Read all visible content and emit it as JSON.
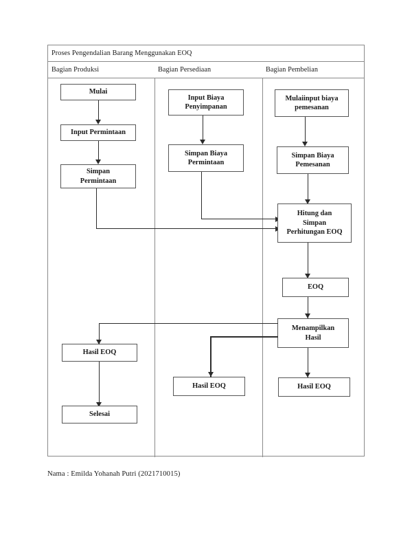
{
  "document": {
    "title_bar": "Proses Pengendalian Barang Menggunakan EOQ",
    "lanes": [
      {
        "id": "produksi",
        "label": "Bagian Produksi"
      },
      {
        "id": "persediaan",
        "label": "Bagian Persediaan"
      },
      {
        "id": "pembelian",
        "label": "Bagian Pembelian"
      }
    ],
    "footer": "Nama : Emilda Yohanah Putri (2021710015)"
  },
  "chart_data": {
    "type": "diagram",
    "subtype": "cross-functional-flowchart",
    "title": "Proses Pengendalian Barang Menggunakan EOQ",
    "lanes": [
      "Bagian Produksi",
      "Bagian Persediaan",
      "Bagian Pembelian"
    ],
    "nodes": [
      {
        "id": "n1",
        "lane": "Bagian Produksi",
        "label": "Mulai"
      },
      {
        "id": "n2",
        "lane": "Bagian Produksi",
        "label": "Input Permintaan"
      },
      {
        "id": "n3",
        "lane": "Bagian Produksi",
        "label": "Simpan Permintaan"
      },
      {
        "id": "n4",
        "lane": "Bagian Produksi",
        "label": "Hasil EOQ"
      },
      {
        "id": "n5",
        "lane": "Bagian Produksi",
        "label": "Selesai"
      },
      {
        "id": "n6",
        "lane": "Bagian Persediaan",
        "label": "Input Biaya Penyimpanan"
      },
      {
        "id": "n7",
        "lane": "Bagian Persediaan",
        "label": "Simpan Biaya Permintaan"
      },
      {
        "id": "n8",
        "lane": "Bagian Persediaan",
        "label": "Hasil EOQ"
      },
      {
        "id": "n9",
        "lane": "Bagian Pembelian",
        "label": "Mulaiinput biaya pemesanan"
      },
      {
        "id": "n10",
        "lane": "Bagian Pembelian",
        "label": "Simpan Biaya Pemesanan"
      },
      {
        "id": "n11",
        "lane": "Bagian Pembelian",
        "label": "Hitung dan Simpan Perhitungan EOQ"
      },
      {
        "id": "n12",
        "lane": "Bagian Pembelian",
        "label": "EOQ"
      },
      {
        "id": "n13",
        "lane": "Bagian Pembelian",
        "label": "Menampilkan Hasil"
      },
      {
        "id": "n14",
        "lane": "Bagian Pembelian",
        "label": "Hasil EOQ"
      }
    ],
    "edges": [
      {
        "from": "n1",
        "to": "n2"
      },
      {
        "from": "n2",
        "to": "n3"
      },
      {
        "from": "n3",
        "to": "n11"
      },
      {
        "from": "n6",
        "to": "n7"
      },
      {
        "from": "n7",
        "to": "n11"
      },
      {
        "from": "n9",
        "to": "n10"
      },
      {
        "from": "n10",
        "to": "n11"
      },
      {
        "from": "n11",
        "to": "n12"
      },
      {
        "from": "n12",
        "to": "n13"
      },
      {
        "from": "n13",
        "to": "n4"
      },
      {
        "from": "n13",
        "to": "n8"
      },
      {
        "from": "n13",
        "to": "n14"
      },
      {
        "from": "n4",
        "to": "n5"
      }
    ]
  },
  "nodes": {
    "mulai": {
      "line1": "Mulai"
    },
    "input_permintaan": {
      "line1": "Input Permintaan"
    },
    "simpan_permintaan": {
      "line1": "Simpan",
      "line2": "Permintaan"
    },
    "hasil_eoq_produksi": {
      "line1": "Hasil EOQ"
    },
    "selesai": {
      "line1": "Selesai"
    },
    "input_biaya_penyimpanan": {
      "line1": "Input Biaya",
      "line2": "Penyimpanan"
    },
    "simpan_biaya_permintaan": {
      "line1": "Simpan Biaya",
      "line2": "Permintaan"
    },
    "hasil_eoq_persediaan": {
      "line1": "Hasil EOQ"
    },
    "mulai_input_biaya_pemesanan": {
      "line1": "Mulaiinput biaya",
      "line2": "pemesanan"
    },
    "simpan_biaya_pemesanan": {
      "line1": "Simpan Biaya",
      "line2": "Pemesanan"
    },
    "hitung_simpan_eoq": {
      "line1": "Hitung dan",
      "line2": "Simpan",
      "line3": "Perhitungan EOQ"
    },
    "eoq": {
      "line1": "EOQ"
    },
    "menampilkan_hasil": {
      "line1": "Menampilkan",
      "line2": "Hasil"
    },
    "hasil_eoq_pembelian": {
      "line1": "Hasil EOQ"
    }
  }
}
